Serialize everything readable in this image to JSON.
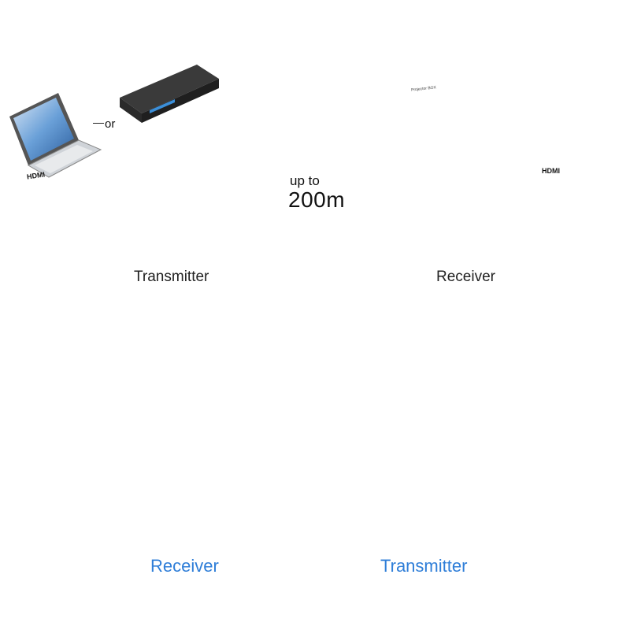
{
  "top": {
    "transmitter_label": "Transmitter",
    "receiver_label": "Receiver",
    "or_label": "or",
    "hdmi_left_label": "HDMI",
    "hdmi_right_label": "HDMI",
    "range_prefix": "up to",
    "range_value": "200m",
    "projector_brand": "Projector BOX"
  },
  "bottom": {
    "receiver_label": "Receiver",
    "transmitter_label": "Transmitter"
  },
  "colors": {
    "glow": "#2fd9c8",
    "glow_edge": "#1a9fa0",
    "device_body": "#2b2b2b",
    "device_badge": "#e8701a",
    "signal_green": "#2ec45a",
    "signal_blue": "#1f6fd6",
    "room_line": "#9a9a9a",
    "label_blue": "#2f7ed8"
  },
  "icons": {
    "laptop": "laptop-icon",
    "settop_box": "settop-box-icon",
    "projector": "projector-icon",
    "tv": "tv-icon",
    "remote": "remote-control-icon",
    "ir_sensor": "ir-sensor-icon",
    "wifi_waves": "wireless-signal-icon"
  }
}
